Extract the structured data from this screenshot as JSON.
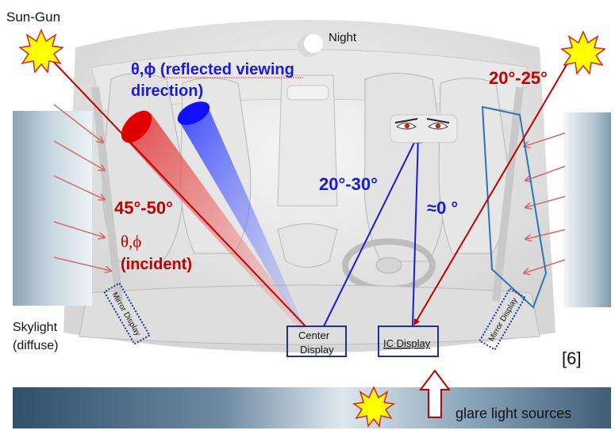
{
  "labels": {
    "sun_gun": "Sun-Gun",
    "night": "Night",
    "reflected_line1": "θ,ϕ (reflected viewing",
    "reflected_line2": "direction)",
    "angle_20_25": "20°-25°",
    "angle_45_50": "45°-50°",
    "angle_20_30": "20°-30°",
    "angle_0": "≈0 °",
    "incident_theta_phi": "θ,ϕ",
    "incident": "(incident)",
    "skylight_1": "Skylight",
    "skylight_2": "(diffuse)",
    "mirror_display_left": "Mirror Display",
    "mirror_display_right": "Mirror Display",
    "center_display_1": "Center",
    "center_display_2": "Display",
    "ic_display": "IC Display",
    "ref": "[6]",
    "glare": "glare light sources"
  },
  "colors": {
    "red": "#c00000",
    "blue": "#1a1adc",
    "dark_blue": "#1f2f9e",
    "outline_blue": "#2e74b5",
    "sun_fill": "#ffff00",
    "sun_stroke": "#e02020"
  }
}
